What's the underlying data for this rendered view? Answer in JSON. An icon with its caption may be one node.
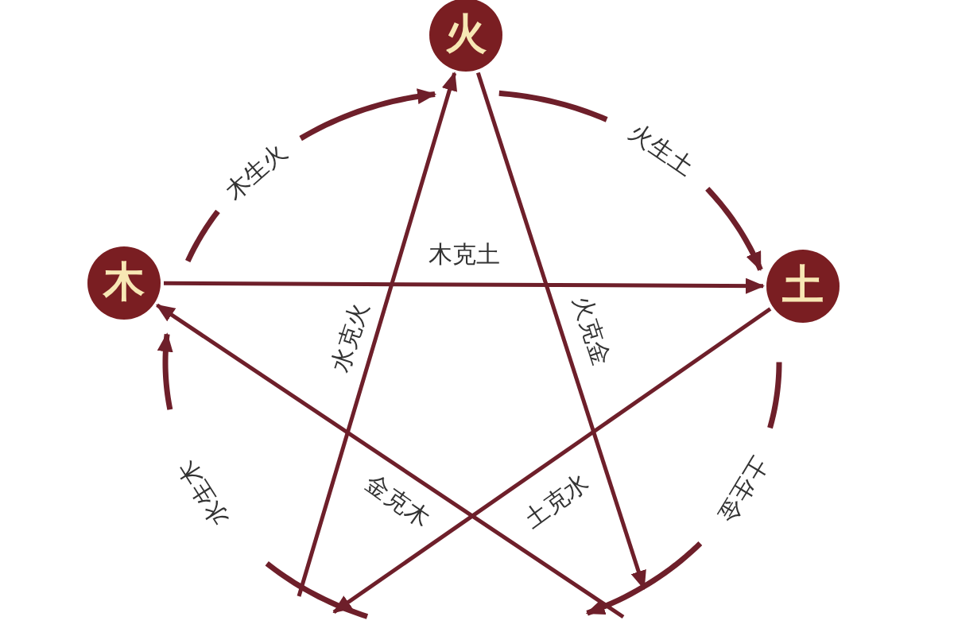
{
  "diagram": {
    "nodes": [
      {
        "text": [
          "火"
        ]
      },
      {
        "text": [
          "木"
        ]
      },
      {
        "text": [
          "土"
        ]
      }
    ],
    "edges": [
      {
        "from": 1,
        "to": 0,
        "arrow": "to",
        "label": "木生火"
      },
      {
        "from": 0,
        "to": 2,
        "arrow": "to",
        "label": "火生土"
      },
      {
        "from": 2,
        "to": null,
        "arrow": "to",
        "label": "土生金"
      },
      {
        "from": null,
        "to": 1,
        "arrow": "to",
        "label": "水生木"
      },
      {
        "from": 1,
        "to": 2,
        "arrow": "to",
        "label": "木克土"
      },
      {
        "from": null,
        "to": 0,
        "arrow": "to",
        "label": "水克火"
      },
      {
        "from": 0,
        "to": null,
        "arrow": "to",
        "label": "火克金"
      },
      {
        "from": null,
        "to": 1,
        "arrow": "to",
        "label": "金克木"
      },
      {
        "from": 2,
        "to": null,
        "arrow": "to",
        "label": "土克水"
      }
    ]
  }
}
